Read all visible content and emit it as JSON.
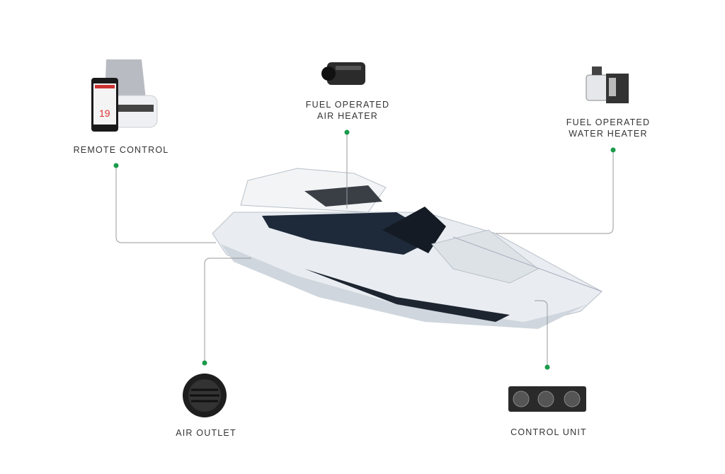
{
  "labels": {
    "remote_control": "REMOTE CONTROL",
    "air_heater": "FUEL OPERATED\nAIR HEATER",
    "water_heater": "FUEL OPERATED\nWATER HEATER",
    "air_outlet": "AIR OUTLET",
    "control_unit": "CONTROL UNIT"
  },
  "colors": {
    "dot": "#1b9a4b",
    "line": "#9a9a9a",
    "text": "#333333"
  }
}
